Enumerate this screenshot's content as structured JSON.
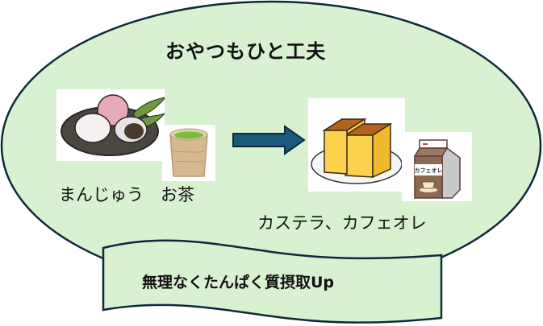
{
  "title": "おやつもひと工夫",
  "before": {
    "label": "まんじゅう　お茶",
    "images": [
      {
        "name": "manju",
        "icon": "manju-plate-icon"
      },
      {
        "name": "green-tea",
        "icon": "green-tea-cup-icon"
      }
    ]
  },
  "arrow": {
    "icon": "right-arrow-icon",
    "color": "#1b5a7a"
  },
  "after": {
    "label": "カステラ、カフェオレ",
    "images": [
      {
        "name": "castella",
        "icon": "castella-plate-icon"
      },
      {
        "name": "cafe-au-lait",
        "icon": "cafe-au-lait-carton-icon",
        "carton_label": "カフェオレ"
      }
    ]
  },
  "banner": {
    "text": "無理なくたんぱく質摂取Up"
  },
  "colors": {
    "fill": "#d8f1d0",
    "outline": "#0e2a3a",
    "arrow": "#1b5a7a"
  }
}
